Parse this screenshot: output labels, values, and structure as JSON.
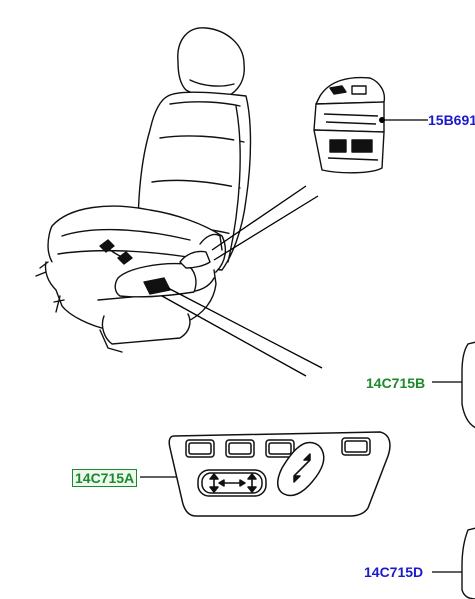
{
  "callouts": {
    "switch_module": "15B691",
    "switch_b": "14C715B",
    "switch_a": "14C715A",
    "switch_d": "14C715D"
  },
  "colors": {
    "part_number_blue": "#1a1acc",
    "part_number_green": "#1b8a2a",
    "line": "#000000"
  },
  "icons": {
    "seat": "car-seat-illustration",
    "module": "switch-module-illustration",
    "panel": "seat-switch-panel-illustration"
  }
}
